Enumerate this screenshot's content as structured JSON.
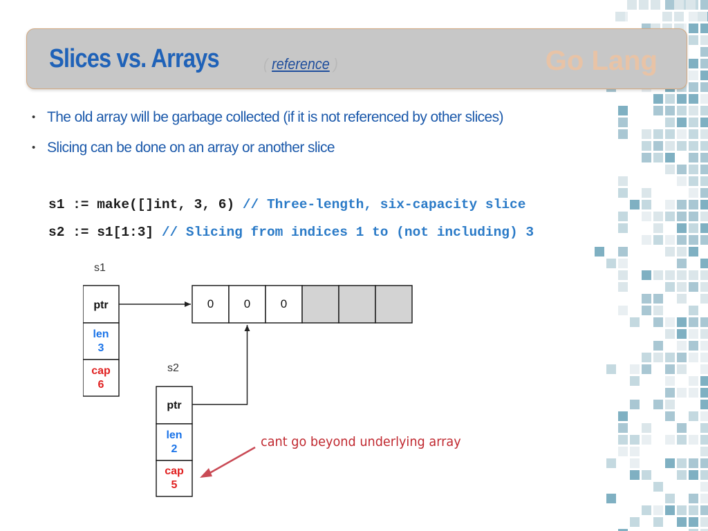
{
  "header": {
    "title": "Slices vs. Arrays",
    "subtitle_open": "( ",
    "subtitle_link": "reference",
    "subtitle_close": " )",
    "brand": "Go Lang"
  },
  "bullets": [
    "The old array will be garbage collected (if it is not referenced by other slices)",
    "Slicing can be done on an array or another slice"
  ],
  "code": {
    "line1_code": "s1 := make([]int, 3, 6)",
    "line1_comment": "// Three-length, six-capacity slice",
    "line2_code": "s2 := s1[1:3]",
    "line2_comment": "// Slicing from indices 1 to (not including) 3"
  },
  "diagram": {
    "s1": {
      "name": "s1",
      "ptr_label": "ptr",
      "len_label": "len",
      "len_value": "3",
      "cap_label": "cap",
      "cap_value": "6"
    },
    "s2": {
      "name": "s2",
      "ptr_label": "ptr",
      "len_label": "len",
      "len_value": "2",
      "cap_label": "cap",
      "cap_value": "5"
    },
    "array_cells": [
      "0",
      "0",
      "0",
      "",
      "",
      ""
    ],
    "colors": {
      "len": "#1a73e8",
      "cap": "#e02020",
      "filled_cell": "#ffffff",
      "empty_cell": "#d3d3d3"
    }
  },
  "annotation": {
    "text": "cant go beyond underlying array",
    "color": "#c0282f"
  },
  "theme": {
    "title_color": "#1f62b8",
    "bullet_color": "#1a58aa",
    "comment_color": "#2a7ac7",
    "brand_color": "#f3c29c",
    "mosaic_colors": [
      "#a9c7d3",
      "#c4d9e0",
      "#dbe6ea",
      "#e9eff2",
      "#7fb0c2"
    ]
  }
}
